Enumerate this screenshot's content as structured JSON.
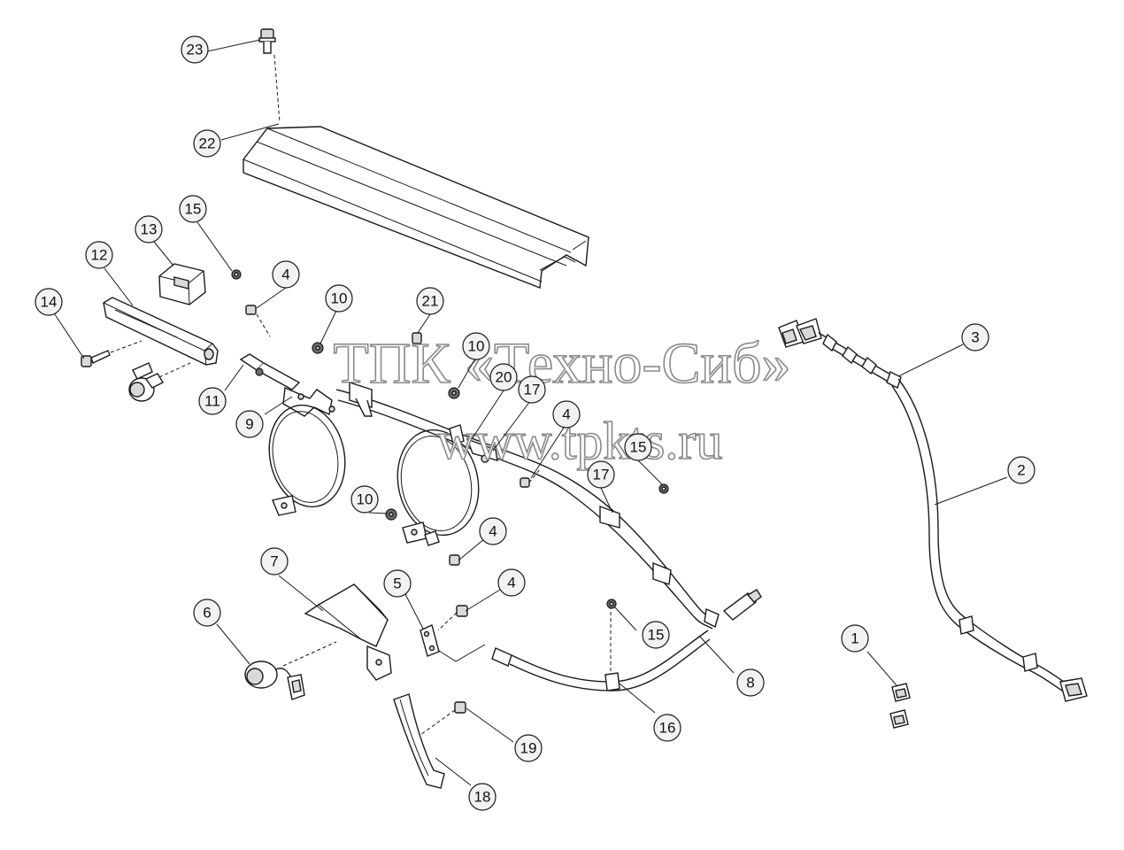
{
  "watermark": {
    "line1": "ТПК «Техно-Сиб»",
    "line2": "www.tpkts.ru"
  },
  "callouts": [
    {
      "id": "c1",
      "label": "1"
    },
    {
      "id": "c2",
      "label": "2"
    },
    {
      "id": "c3",
      "label": "3"
    },
    {
      "id": "c4a",
      "label": "4"
    },
    {
      "id": "c4b",
      "label": "4"
    },
    {
      "id": "c4c",
      "label": "4"
    },
    {
      "id": "c4d",
      "label": "4"
    },
    {
      "id": "c5",
      "label": "5"
    },
    {
      "id": "c6",
      "label": "6"
    },
    {
      "id": "c7",
      "label": "7"
    },
    {
      "id": "c8",
      "label": "8"
    },
    {
      "id": "c9",
      "label": "9"
    },
    {
      "id": "c10a",
      "label": "10"
    },
    {
      "id": "c10b",
      "label": "10"
    },
    {
      "id": "c10c",
      "label": "10"
    },
    {
      "id": "c11",
      "label": "11"
    },
    {
      "id": "c12",
      "label": "12"
    },
    {
      "id": "c13",
      "label": "13"
    },
    {
      "id": "c14",
      "label": "14"
    },
    {
      "id": "c15a",
      "label": "15"
    },
    {
      "id": "c15b",
      "label": "15"
    },
    {
      "id": "c15c",
      "label": "15"
    },
    {
      "id": "c16",
      "label": "16"
    },
    {
      "id": "c17a",
      "label": "17"
    },
    {
      "id": "c17b",
      "label": "17"
    },
    {
      "id": "c18",
      "label": "18"
    },
    {
      "id": "c19",
      "label": "19"
    },
    {
      "id": "c20",
      "label": "20"
    },
    {
      "id": "c21",
      "label": "21"
    },
    {
      "id": "c22",
      "label": "22"
    },
    {
      "id": "c23",
      "label": "23"
    }
  ]
}
